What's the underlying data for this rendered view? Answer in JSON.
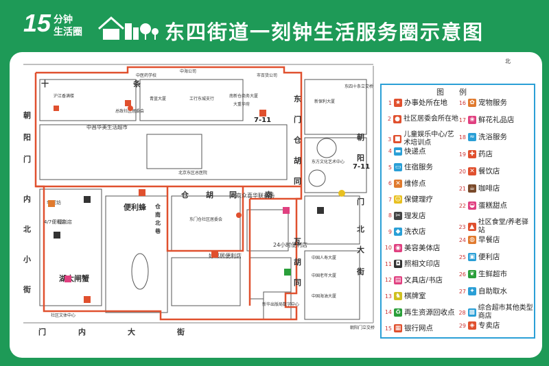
{
  "header": {
    "logo_number": "15",
    "logo_line1": "分钟",
    "logo_line2": "生活圈",
    "title": "东四街道一刻钟生活服务圈示意图"
  },
  "colors": {
    "frame_green": "#1e9a57",
    "boundary": "#e0502e",
    "block_stroke": "#555555",
    "legend_border": "#2a9fd6"
  },
  "map": {
    "north_label": "北",
    "streets": {
      "top": [
        "十",
        "条"
      ],
      "left": [
        "朝",
        "阳",
        "门",
        "内",
        "北",
        "小",
        "街"
      ],
      "bottom": [
        "门",
        "内",
        "大",
        "街"
      ],
      "dongsi_north": [
        "东",
        "门",
        "仓",
        "胡",
        "同"
      ],
      "dongmen_lower": [
        "瓦",
        "胡",
        "同"
      ],
      "right": [
        "朝",
        "阳",
        "门",
        "北",
        "大",
        "街"
      ],
      "middle": [
        "仓",
        "胡",
        "同",
        "南"
      ],
      "small_center": [
        "仓",
        "南",
        "北",
        "巷"
      ]
    },
    "labels": {
      "zhongyi": "中医药学校",
      "zhonghai": "中海公司",
      "shiyue": "市百货公司",
      "crossroad": "东四十条立交桥",
      "yuanjiang": "沪江香满楼",
      "zongjun": "总政社区居委会",
      "zhongchang": "中昌华美生活超市",
      "qingdao": "青蓝大厦",
      "gongxing": "工行东城支行",
      "qiangmen": "南新仓商务大厦",
      "dashi": "大重华府",
      "seven_eleven_a": "7-11",
      "seven_eleven_b": "7-11",
      "beijing_sihe": "北京东区总医院",
      "xingang": "新保利大厦",
      "dongfang": "东方文化艺术中心",
      "lijia": "李家坊",
      "xiali": "便利店",
      "xiaolibianli": "4/7便利店",
      "bianlifeng": "便利蜂",
      "beijing_hua": "北京众喜华联商场",
      "dong_shequ": "东门仓社区居委会",
      "haodi": "好邻居便利店",
      "hu_crab": "湖大闸蟹",
      "shequ_wen": "社区文体中心",
      "xinhua_kan": "新华出版局数字中心",
      "zhongguo_ren": "中国人寿大厦",
      "zhongguo_hai": "中国海油大厦",
      "zhongguo_lao": "中国老年大厦",
      "chaoyang_bridge": "朝阳门立交桥",
      "twenty_four": "24小时便利店"
    }
  },
  "legend": {
    "title": "图例",
    "items": [
      {
        "num": "1",
        "label": "办事处所在地",
        "icon": "star-icon",
        "color": "#e0502e"
      },
      {
        "num": "2",
        "label": "社区居委会所在地",
        "icon": "dot-icon",
        "color": "#e0502e"
      },
      {
        "num": "3",
        "label": "儿童娱乐中心/艺术培训点",
        "icon": "square-icon",
        "color": "#e0502e"
      },
      {
        "num": "4",
        "label": "快递点",
        "icon": "truck-icon",
        "color": "#2a9fd6"
      },
      {
        "num": "5",
        "label": "住宿服务",
        "icon": "bed-icon",
        "color": "#2a9fd6"
      },
      {
        "num": "6",
        "label": "维修点",
        "icon": "wrench-icon",
        "color": "#e07a2e"
      },
      {
        "num": "7",
        "label": "保健理疗",
        "icon": "smile-icon",
        "color": "#e8c020"
      },
      {
        "num": "8",
        "label": "理发店",
        "icon": "scissors-icon",
        "color": "#444444"
      },
      {
        "num": "9",
        "label": "洗衣店",
        "icon": "shirt-icon",
        "color": "#2a9fd6"
      },
      {
        "num": "10",
        "label": "美容美体店",
        "icon": "face-icon",
        "color": "#e04080"
      },
      {
        "num": "11",
        "label": "照相文印店",
        "icon": "camera-icon",
        "color": "#333333"
      },
      {
        "num": "12",
        "label": "文具店/书店",
        "icon": "book-icon",
        "color": "#e04080"
      },
      {
        "num": "13",
        "label": "棋牌室",
        "icon": "chess-icon",
        "color": "#d0c020"
      },
      {
        "num": "14",
        "label": "再生资源回收点",
        "icon": "recycle-icon",
        "color": "#2a9f3a"
      },
      {
        "num": "15",
        "label": "银行网点",
        "icon": "bank-icon",
        "color": "#e0502e"
      },
      {
        "num": "16",
        "label": "宠物服务",
        "icon": "pet-icon",
        "color": "#e07a2e"
      },
      {
        "num": "17",
        "label": "鲜花礼品店",
        "icon": "flower-icon",
        "color": "#e04080"
      },
      {
        "num": "18",
        "label": "洗浴服务",
        "icon": "bath-icon",
        "color": "#2a9fd6"
      },
      {
        "num": "19",
        "label": "药店",
        "icon": "cross-icon",
        "color": "#e0502e"
      },
      {
        "num": "20",
        "label": "餐饮店",
        "icon": "fork-icon",
        "color": "#e0502e"
      },
      {
        "num": "21",
        "label": "咖啡店",
        "icon": "coffee-icon",
        "color": "#7a4a2a"
      },
      {
        "num": "22",
        "label": "蛋糕甜点",
        "icon": "cake-icon",
        "color": "#e04080"
      },
      {
        "num": "23",
        "label": "社区食堂/养老驿站",
        "icon": "canteen-icon",
        "color": "#e0502e"
      },
      {
        "num": "24",
        "label": "早餐店",
        "icon": "breakfast-icon",
        "color": "#e07a2e"
      },
      {
        "num": "25",
        "label": "便利店",
        "icon": "shop-icon",
        "color": "#2a9fd6"
      },
      {
        "num": "26",
        "label": "生鲜超市",
        "icon": "fresh-icon",
        "color": "#2a9f3a"
      },
      {
        "num": "27",
        "label": "自助取水",
        "icon": "water-icon",
        "color": "#2a9fd6"
      },
      {
        "num": "28",
        "label": "综合超市其他类型商店",
        "icon": "cart-icon",
        "color": "#2a9fd6"
      },
      {
        "num": "29",
        "label": "专卖店",
        "icon": "tag-icon",
        "color": "#e0502e"
      }
    ]
  }
}
